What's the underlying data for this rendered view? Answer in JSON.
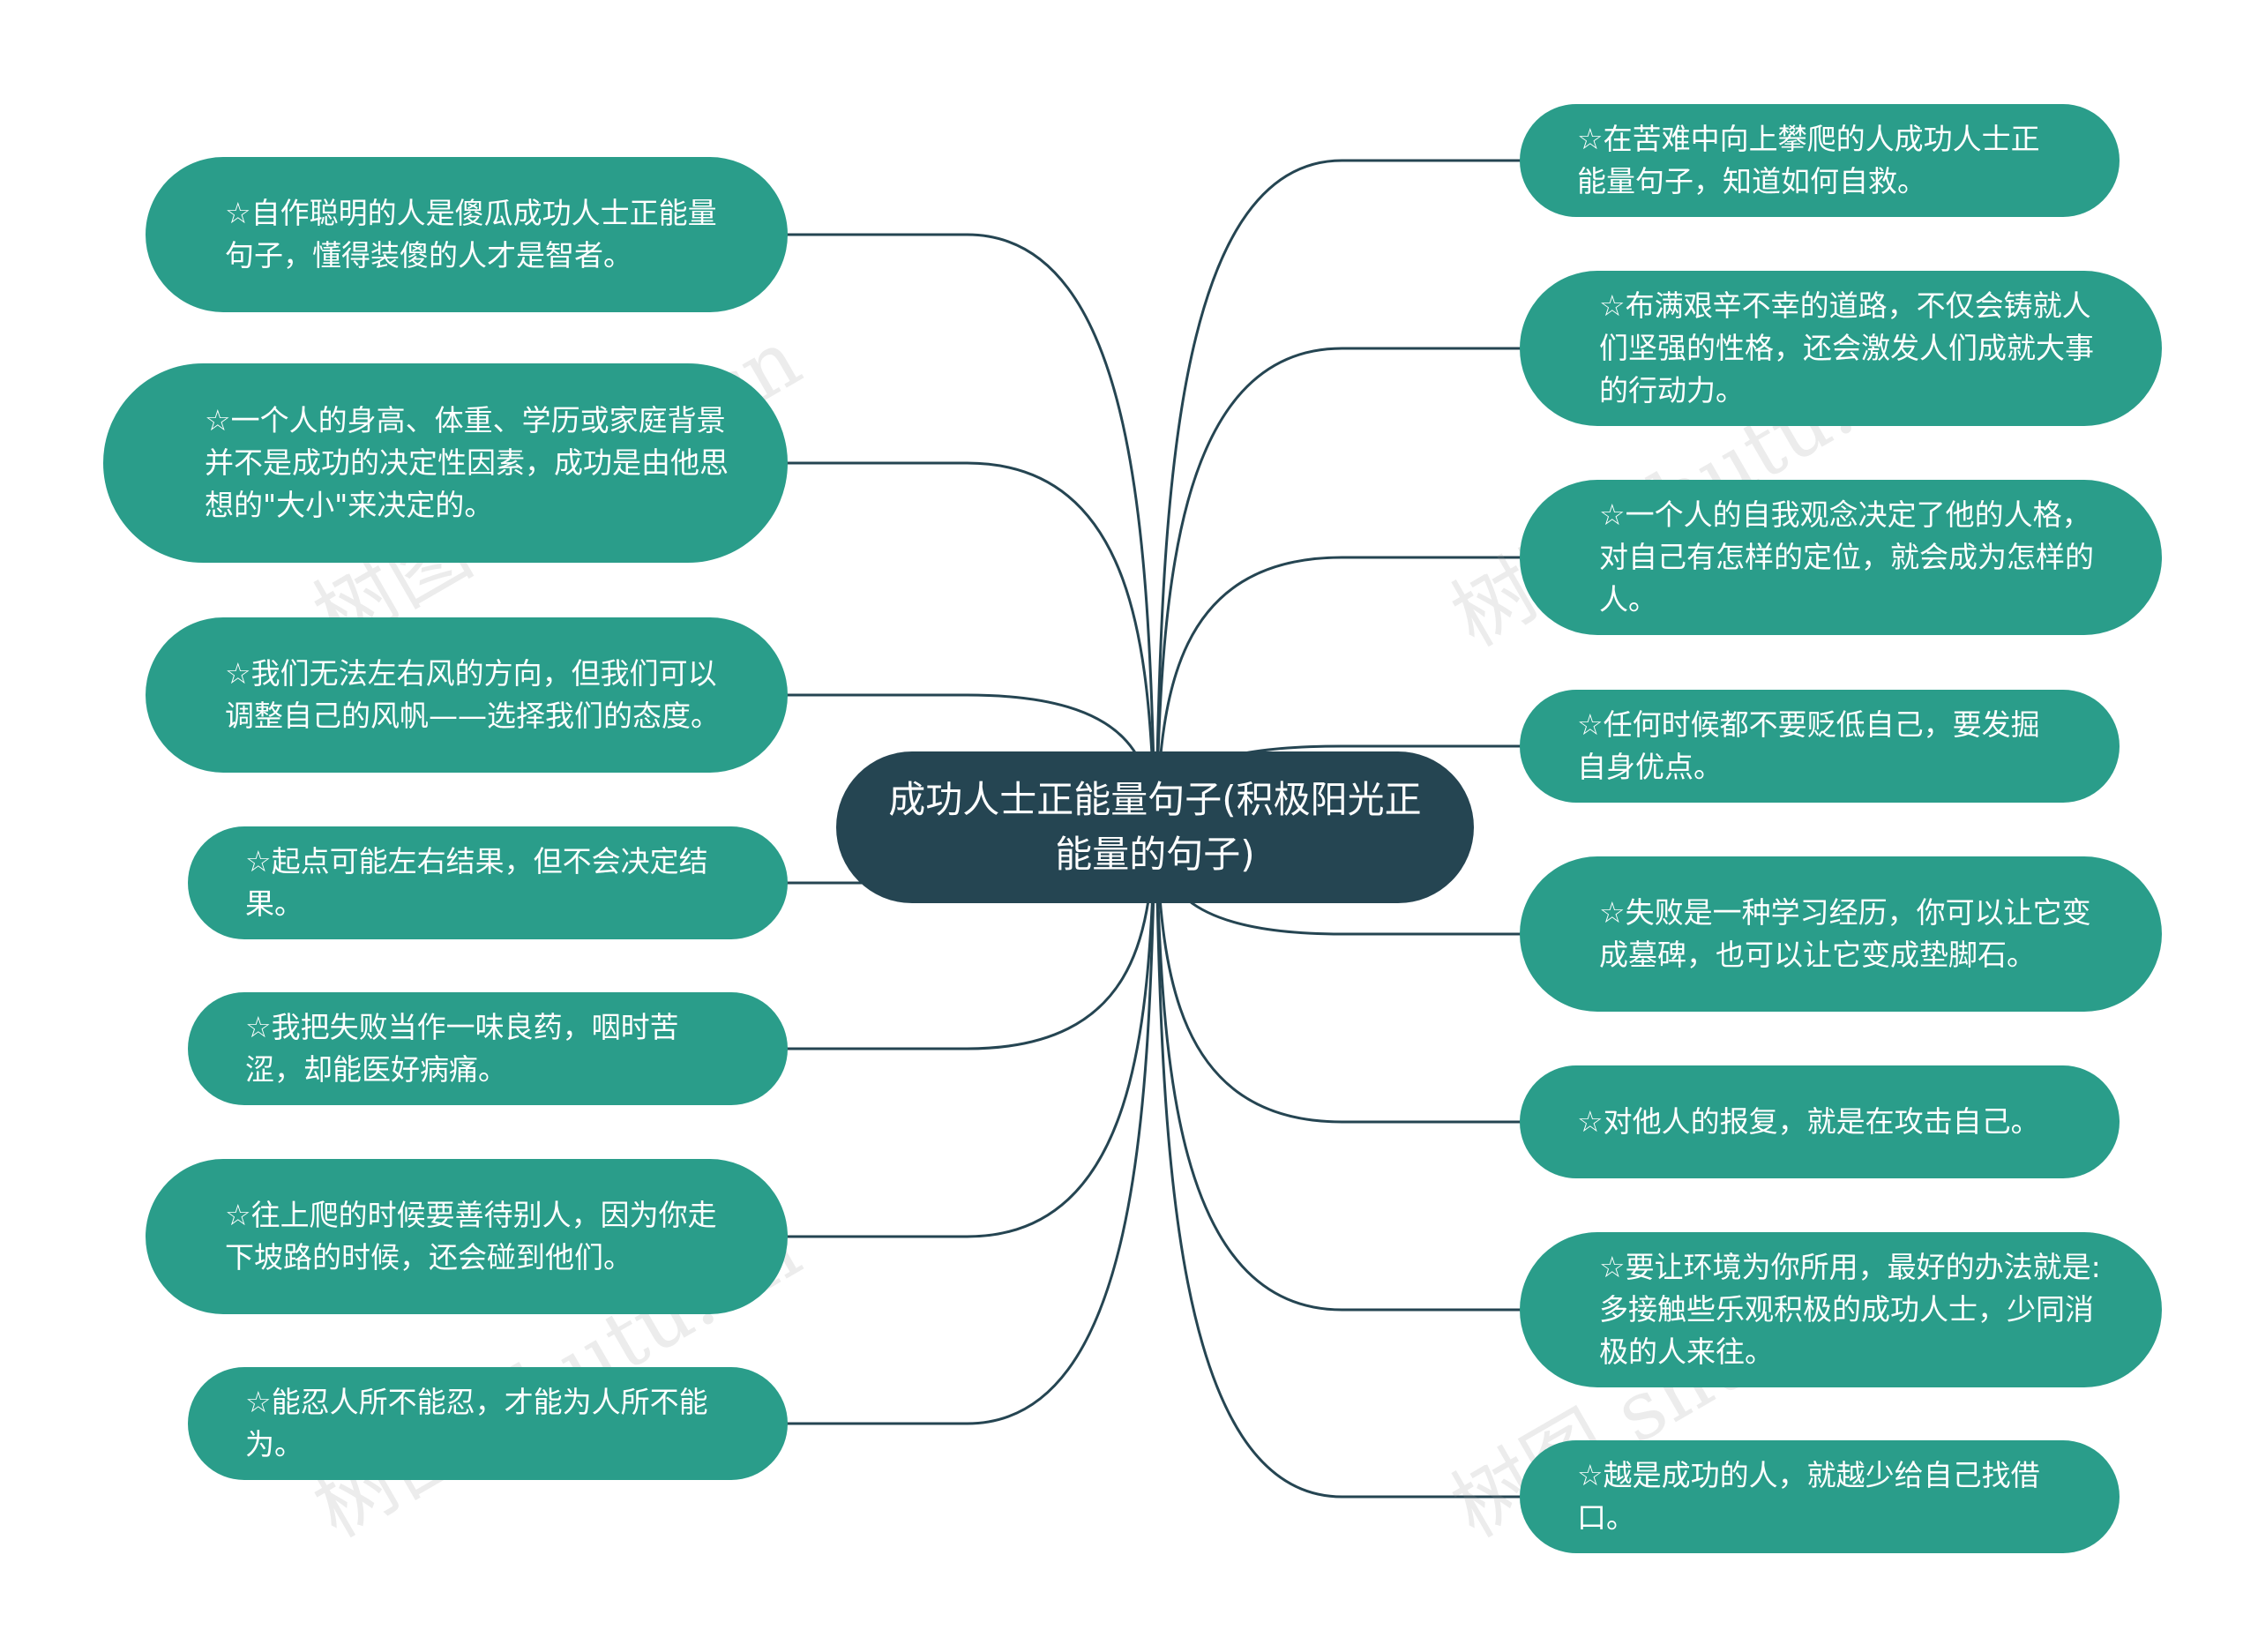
{
  "center": {
    "title": "成功人士正能量句子(积极阳光正能量的句子)"
  },
  "left_nodes": [
    "☆自作聪明的人是傻瓜成功人士正能量句子，懂得装傻的人才是智者。",
    "☆一个人的身高、体重、学历或家庭背景并不是成功的决定性因素，成功是由他思想的\"大小\"来决定的。",
    "☆我们无法左右风的方向，但我们可以调整自己的风帆——选择我们的态度。",
    "☆起点可能左右结果，但不会决定结果。",
    "☆我把失败当作一味良药，咽时苦涩，却能医好病痛。",
    "☆往上爬的时候要善待别人，因为你走下坡路的时候，还会碰到他们。",
    "☆能忍人所不能忍，才能为人所不能为。"
  ],
  "right_nodes": [
    "☆在苦难中向上攀爬的人成功人士正能量句子，知道如何自救。",
    "☆布满艰辛不幸的道路，不仅会铸就人们坚强的性格，还会激发人们成就大事的行动力。",
    "☆一个人的自我观念决定了他的人格，对自己有怎样的定位，就会成为怎样的人。",
    "☆任何时候都不要贬低自己，要发掘自身优点。",
    "☆失败是一种学习经历，你可以让它变成墓碑，也可以让它变成垫脚石。",
    "☆对他人的报复，就是在攻击自己。",
    "☆要让环境为你所用，最好的办法就是:多接触些乐观积极的成功人士，少同消极的人来往。",
    "☆越是成功的人，就越少给自己找借口。"
  ],
  "watermarks": [
    "树图 shutu.cn",
    "树图 shutu.cn",
    "树图 shutu.cn",
    "树图 shutu.cn"
  ],
  "colors": {
    "node": "#2a9d8a",
    "center": "#254552",
    "line": "#254552"
  }
}
